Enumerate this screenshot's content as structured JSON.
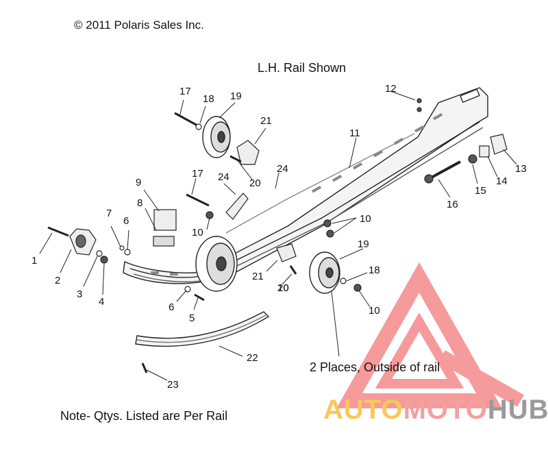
{
  "header": {
    "copyright": "© 2011 Polaris Sales Inc.",
    "view_label": "L.H. Rail Shown"
  },
  "notes": {
    "places": "2 Places, Outside of rail",
    "quantity": "Note- Qtys. Listed are Per Rail"
  },
  "callouts": [
    "1",
    "2",
    "3",
    "4",
    "5",
    "6",
    "6",
    "7",
    "8",
    "9",
    "10",
    "10",
    "10",
    "10",
    "11",
    "12",
    "13",
    "14",
    "15",
    "16",
    "17",
    "17",
    "18",
    "18",
    "19",
    "19",
    "20",
    "20",
    "21",
    "21",
    "22",
    "23",
    "24",
    "24"
  ],
  "watermark": {
    "part1": "AUTO",
    "part2": "MOTO",
    "part3": "HUB",
    "colors": {
      "triangle": "#f48a8a",
      "auto": "#f7c85a",
      "moto": "#f3a0a0",
      "hub": "#9a9a9a"
    }
  }
}
